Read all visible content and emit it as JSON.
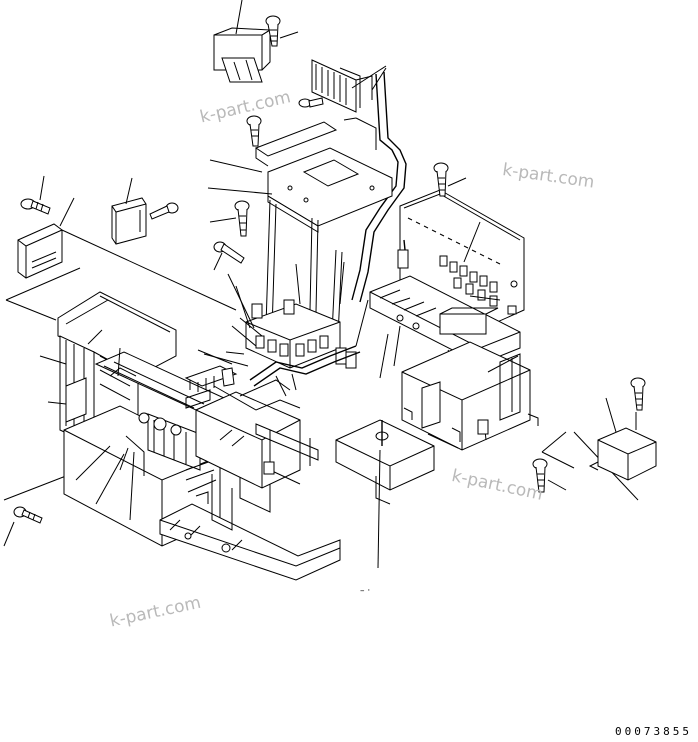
{
  "watermarks": [
    "k-part.com",
    "k-part.com",
    "k-part.com",
    "k-part.com"
  ],
  "drawing_number": "00073855"
}
